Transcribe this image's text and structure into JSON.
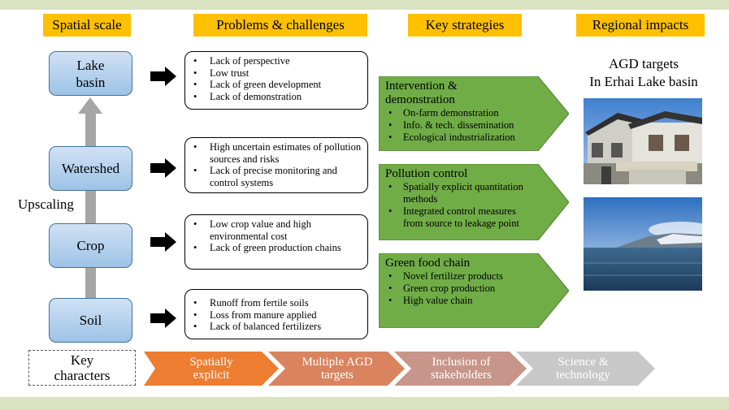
{
  "headers": {
    "spatial_scale": "Spatial scale",
    "problems": "Problems & challenges",
    "strategies": "Key strategies",
    "impacts": "Regional impacts"
  },
  "scales": {
    "lake_basin": "Lake\nbasin",
    "watershed": "Watershed",
    "crop": "Crop",
    "soil": "Soil",
    "upscaling": "Upscaling"
  },
  "problems": {
    "lake_basin": [
      "Lack of perspective",
      "Low trust",
      "Lack of green development",
      "Lack of demonstration"
    ],
    "watershed": [
      "High uncertain estimates of pollution sources and risks",
      "Lack of precise monitoring and control systems"
    ],
    "crop": [
      "Low crop value and high environmental cost",
      "Lack of green production chains"
    ],
    "soil": [
      "Runoff from fertile soils",
      "Loss from manure applied",
      "Lack of balanced fertilizers"
    ]
  },
  "strategies": {
    "intervention": {
      "title": "Intervention &\ndemonstration",
      "items": [
        "On-farm demonstration",
        "Info. & tech. dissemination",
        "Ecological industrialization"
      ]
    },
    "pollution": {
      "title": "Pollution control",
      "items": [
        "Spatially explicit quantitation methods",
        "Integrated control measures from source to leakage point"
      ]
    },
    "green_food": {
      "title": "Green food chain",
      "items": [
        "Novel fertilizer products",
        "Green crop production",
        "High value chain"
      ]
    }
  },
  "impacts": {
    "title_line1": "AGD targets",
    "title_line2": "In Erhai Lake basin"
  },
  "key_characters": {
    "label": "Key\ncharacters",
    "items": [
      {
        "label": "Spatially\nexplicit",
        "color": "#ed7d31"
      },
      {
        "label": "Multiple AGD\ntargets",
        "color": "#d9845e"
      },
      {
        "label": "Inclusion of\nstakeholders",
        "color": "#c8958a"
      },
      {
        "label": "Science &\ntechnology",
        "color": "#c8c8c8"
      }
    ]
  },
  "colors": {
    "header": "#ffc000",
    "scale_box": "#9dc3e6",
    "strategy_green": "#70ad47",
    "background_band": "#d9e3c1"
  }
}
